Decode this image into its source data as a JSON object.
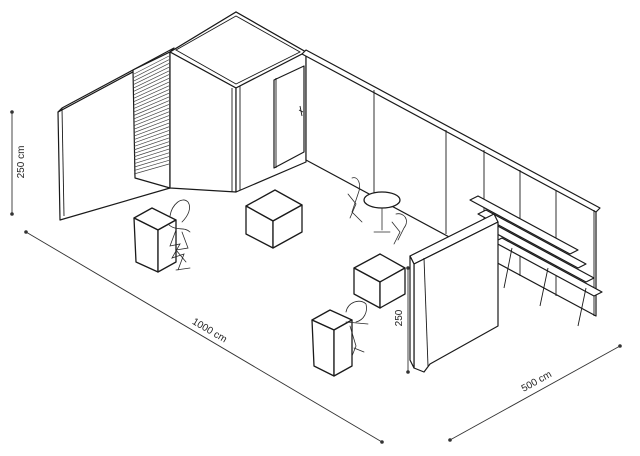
{
  "dimensions": {
    "height_left": "250 cm",
    "length": "1000 cm",
    "width": "500 cm",
    "height_partition": "250"
  },
  "colors": {
    "line": "#1a1a1a",
    "background": "#ffffff"
  }
}
